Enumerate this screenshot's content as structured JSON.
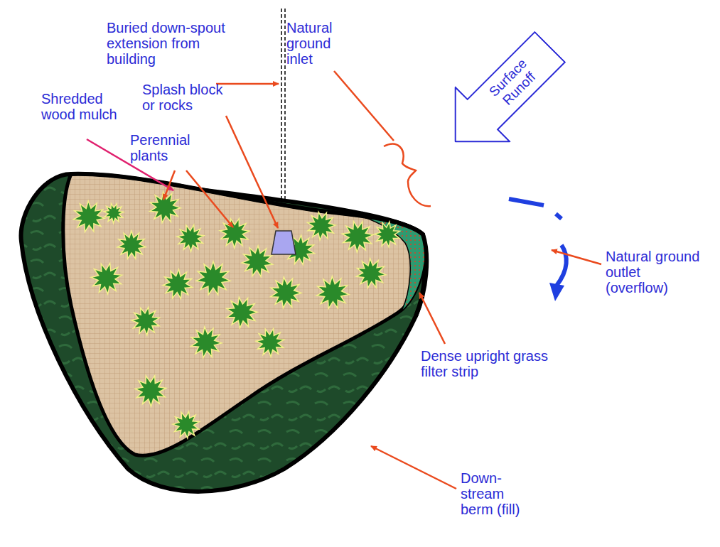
{
  "diagram": {
    "nodes": [
      {
        "text": [
          "Surface Runoff"
        ]
      }
    ],
    "labels": [
      "Buried down-spout extension from building",
      "Splash block or rocks",
      "Shredded wood mulch",
      "Perennial plants",
      "Natural ground inlet",
      "Natural ground outlet (overflow)",
      "Dense upright grass filter strip",
      "Down-stream berm (fill)"
    ]
  }
}
